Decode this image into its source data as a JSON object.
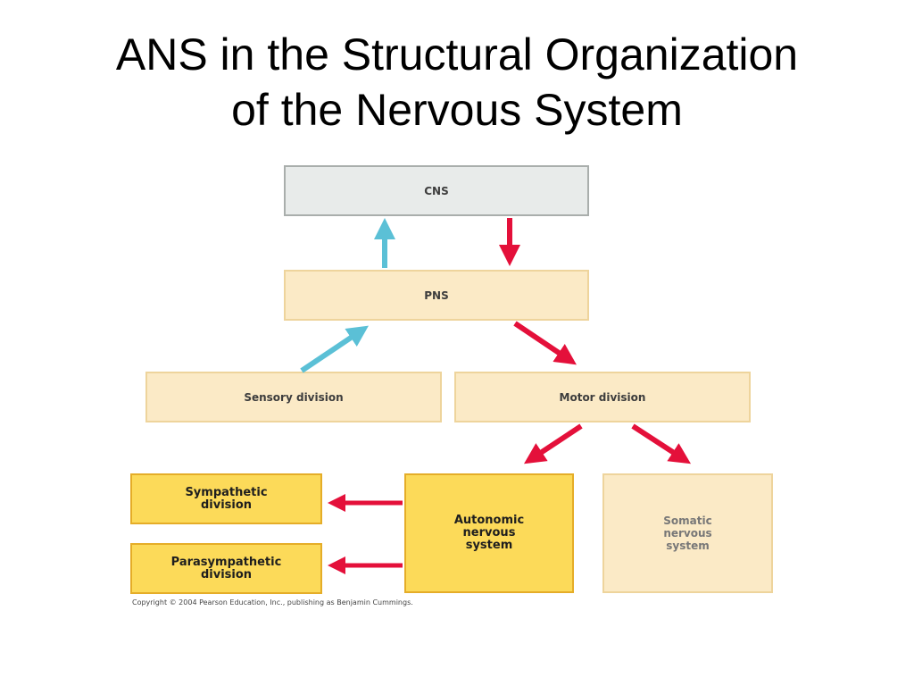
{
  "title": {
    "line1": "ANS in the Structural Organization",
    "line2": "of the Nervous System"
  },
  "diagram": {
    "boxes": {
      "cns": "CNS",
      "pns": "PNS",
      "sensory": "Sensory division",
      "motor": "Motor  division",
      "ans": "Autonomic\nnervous\nsystem",
      "somatic": "Somatic\nnervous\nsystem",
      "sympathetic": "Sympathetic\ndivision",
      "parasympathetic": "Parasympathetic\ndivision"
    },
    "colors": {
      "afferent_arrow": "#5bc0d6",
      "efferent_arrow": "#e4103a",
      "highlight_box": "#fcda59",
      "cream_box": "#fbeac6",
      "gray_box": "#e8ebea"
    }
  },
  "copyright": "Copyright © 2004 Pearson Education, Inc., publishing as Benjamin Cummings."
}
